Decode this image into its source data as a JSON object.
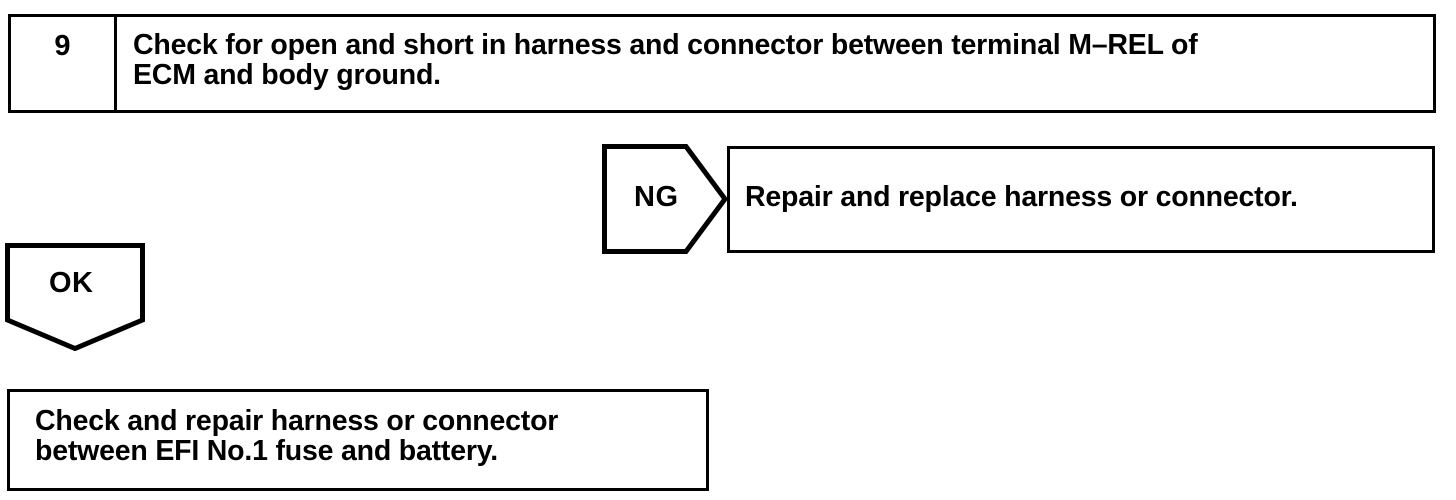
{
  "document": {
    "type": "diagnostic-flowchart",
    "ink_color": "#000000",
    "background_color": "#ffffff"
  },
  "step": {
    "number": "9",
    "instruction": "Check for open and short in harness and connector between terminal M–REL of\nECM and body ground."
  },
  "branches": {
    "ng": {
      "label": "NG",
      "shape": "pentagon-arrow-right",
      "result": "Repair and replace harness or connector."
    },
    "ok": {
      "label": "OK",
      "shape": "pentagon-arrow-down",
      "result": "Check and repair harness or connector\nbetween EFI No.1 fuse and battery."
    }
  }
}
